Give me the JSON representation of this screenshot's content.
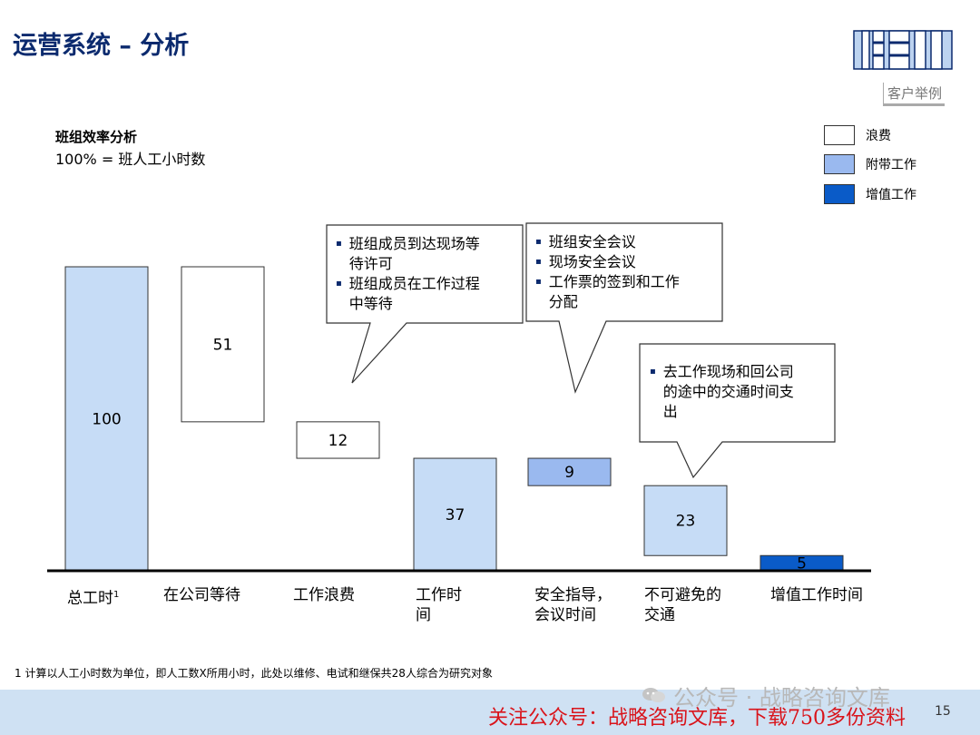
{
  "page": {
    "title": "运营系统 – 分析",
    "client_tag": "客户举例",
    "footnote": "1 计算以人工小时数为单位，即人工数X所用小时，此处以维修、电试和继保共28人综合为研究对象",
    "watermark": "公众号 · 战略咨询文库",
    "promo": "关注公众号：战略咨询文库，下载750多份资料",
    "page_number": "15"
  },
  "colors": {
    "waste": "#ffffff",
    "incidental": "#c6dcf6",
    "incidental_mid": "#9ab9ef",
    "value_added": "#0a5bc8",
    "title_blue": "#0b2a6e"
  },
  "chart_data": {
    "type": "bar",
    "title": "班组效率分析",
    "subtitle": "100% = 班人工小时数",
    "categories": [
      "总工时",
      "在公司等待",
      "工作浪费",
      "工作时间",
      "安全指导，会议时间",
      "不可避免的交通",
      "增值工作时间"
    ],
    "category_lines": [
      [
        "总工时"
      ],
      [
        "在公司等待"
      ],
      [
        "工作浪费"
      ],
      [
        "工作时",
        "间"
      ],
      [
        "安全指导，",
        "会议时间"
      ],
      [
        "不可避免的",
        "交通"
      ],
      [
        "增值工作时间"
      ]
    ],
    "footnote_marker": "1",
    "values": [
      100,
      51,
      12,
      37,
      9,
      23,
      5
    ],
    "bases": [
      0,
      49,
      37,
      0,
      28,
      5,
      0
    ],
    "kinds": [
      "incidental",
      "waste",
      "waste",
      "incidental",
      "incidental_mid",
      "incidental",
      "value_added"
    ],
    "ylim": [
      0,
      100
    ],
    "legend": [
      {
        "label": "浪费",
        "kind": "waste"
      },
      {
        "label": "附带工作",
        "kind": "incidental_mid"
      },
      {
        "label": "增值工作",
        "kind": "value_added"
      }
    ],
    "callouts": [
      {
        "items": [
          "班组成员到达现场等待许可",
          "班组成员在工作过程中等待"
        ],
        "lines": [
          [
            "班组成员到达现场等",
            "待许可"
          ],
          [
            "班组成员在工作过程",
            "中等待"
          ]
        ]
      },
      {
        "items": [
          "班组安全会议",
          "现场安全会议",
          "工作票的签到和工作分配"
        ],
        "lines": [
          [
            "班组安全会议"
          ],
          [
            "现场安全会议"
          ],
          [
            "工作票的签到和工作",
            "分配"
          ]
        ]
      },
      {
        "items": [
          "去工作现场和回公司的途中的交通时间支出"
        ],
        "lines": [
          [
            "去工作现场和回公司",
            "的途中的交通时间支",
            "出"
          ]
        ]
      }
    ]
  }
}
